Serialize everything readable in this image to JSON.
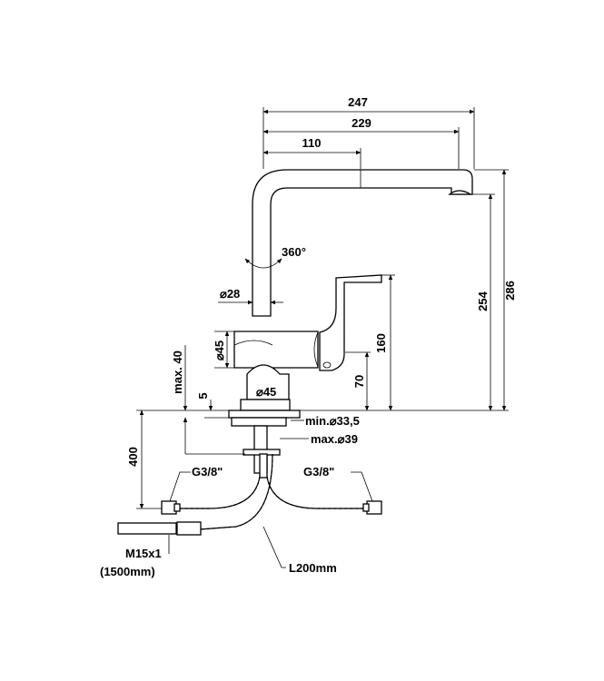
{
  "drawing": {
    "labels": {
      "d247": "247",
      "d229": "229",
      "d110": "110",
      "d286": "286",
      "d254": "254",
      "d160": "160",
      "d70": "70",
      "rot": "360°",
      "dia28": "⌀28",
      "dia45_side": "⌀45",
      "dia45_base": "⌀45",
      "max40": "max. 40",
      "d5": "5",
      "min335": "min.⌀33,5",
      "max39": "max.⌀39",
      "d400": "400",
      "g38_left": "G3/8\"",
      "g38_right": "G3/8\"",
      "m15": "M15x1",
      "len1500": "(1500mm)",
      "l200": "L200mm"
    }
  }
}
